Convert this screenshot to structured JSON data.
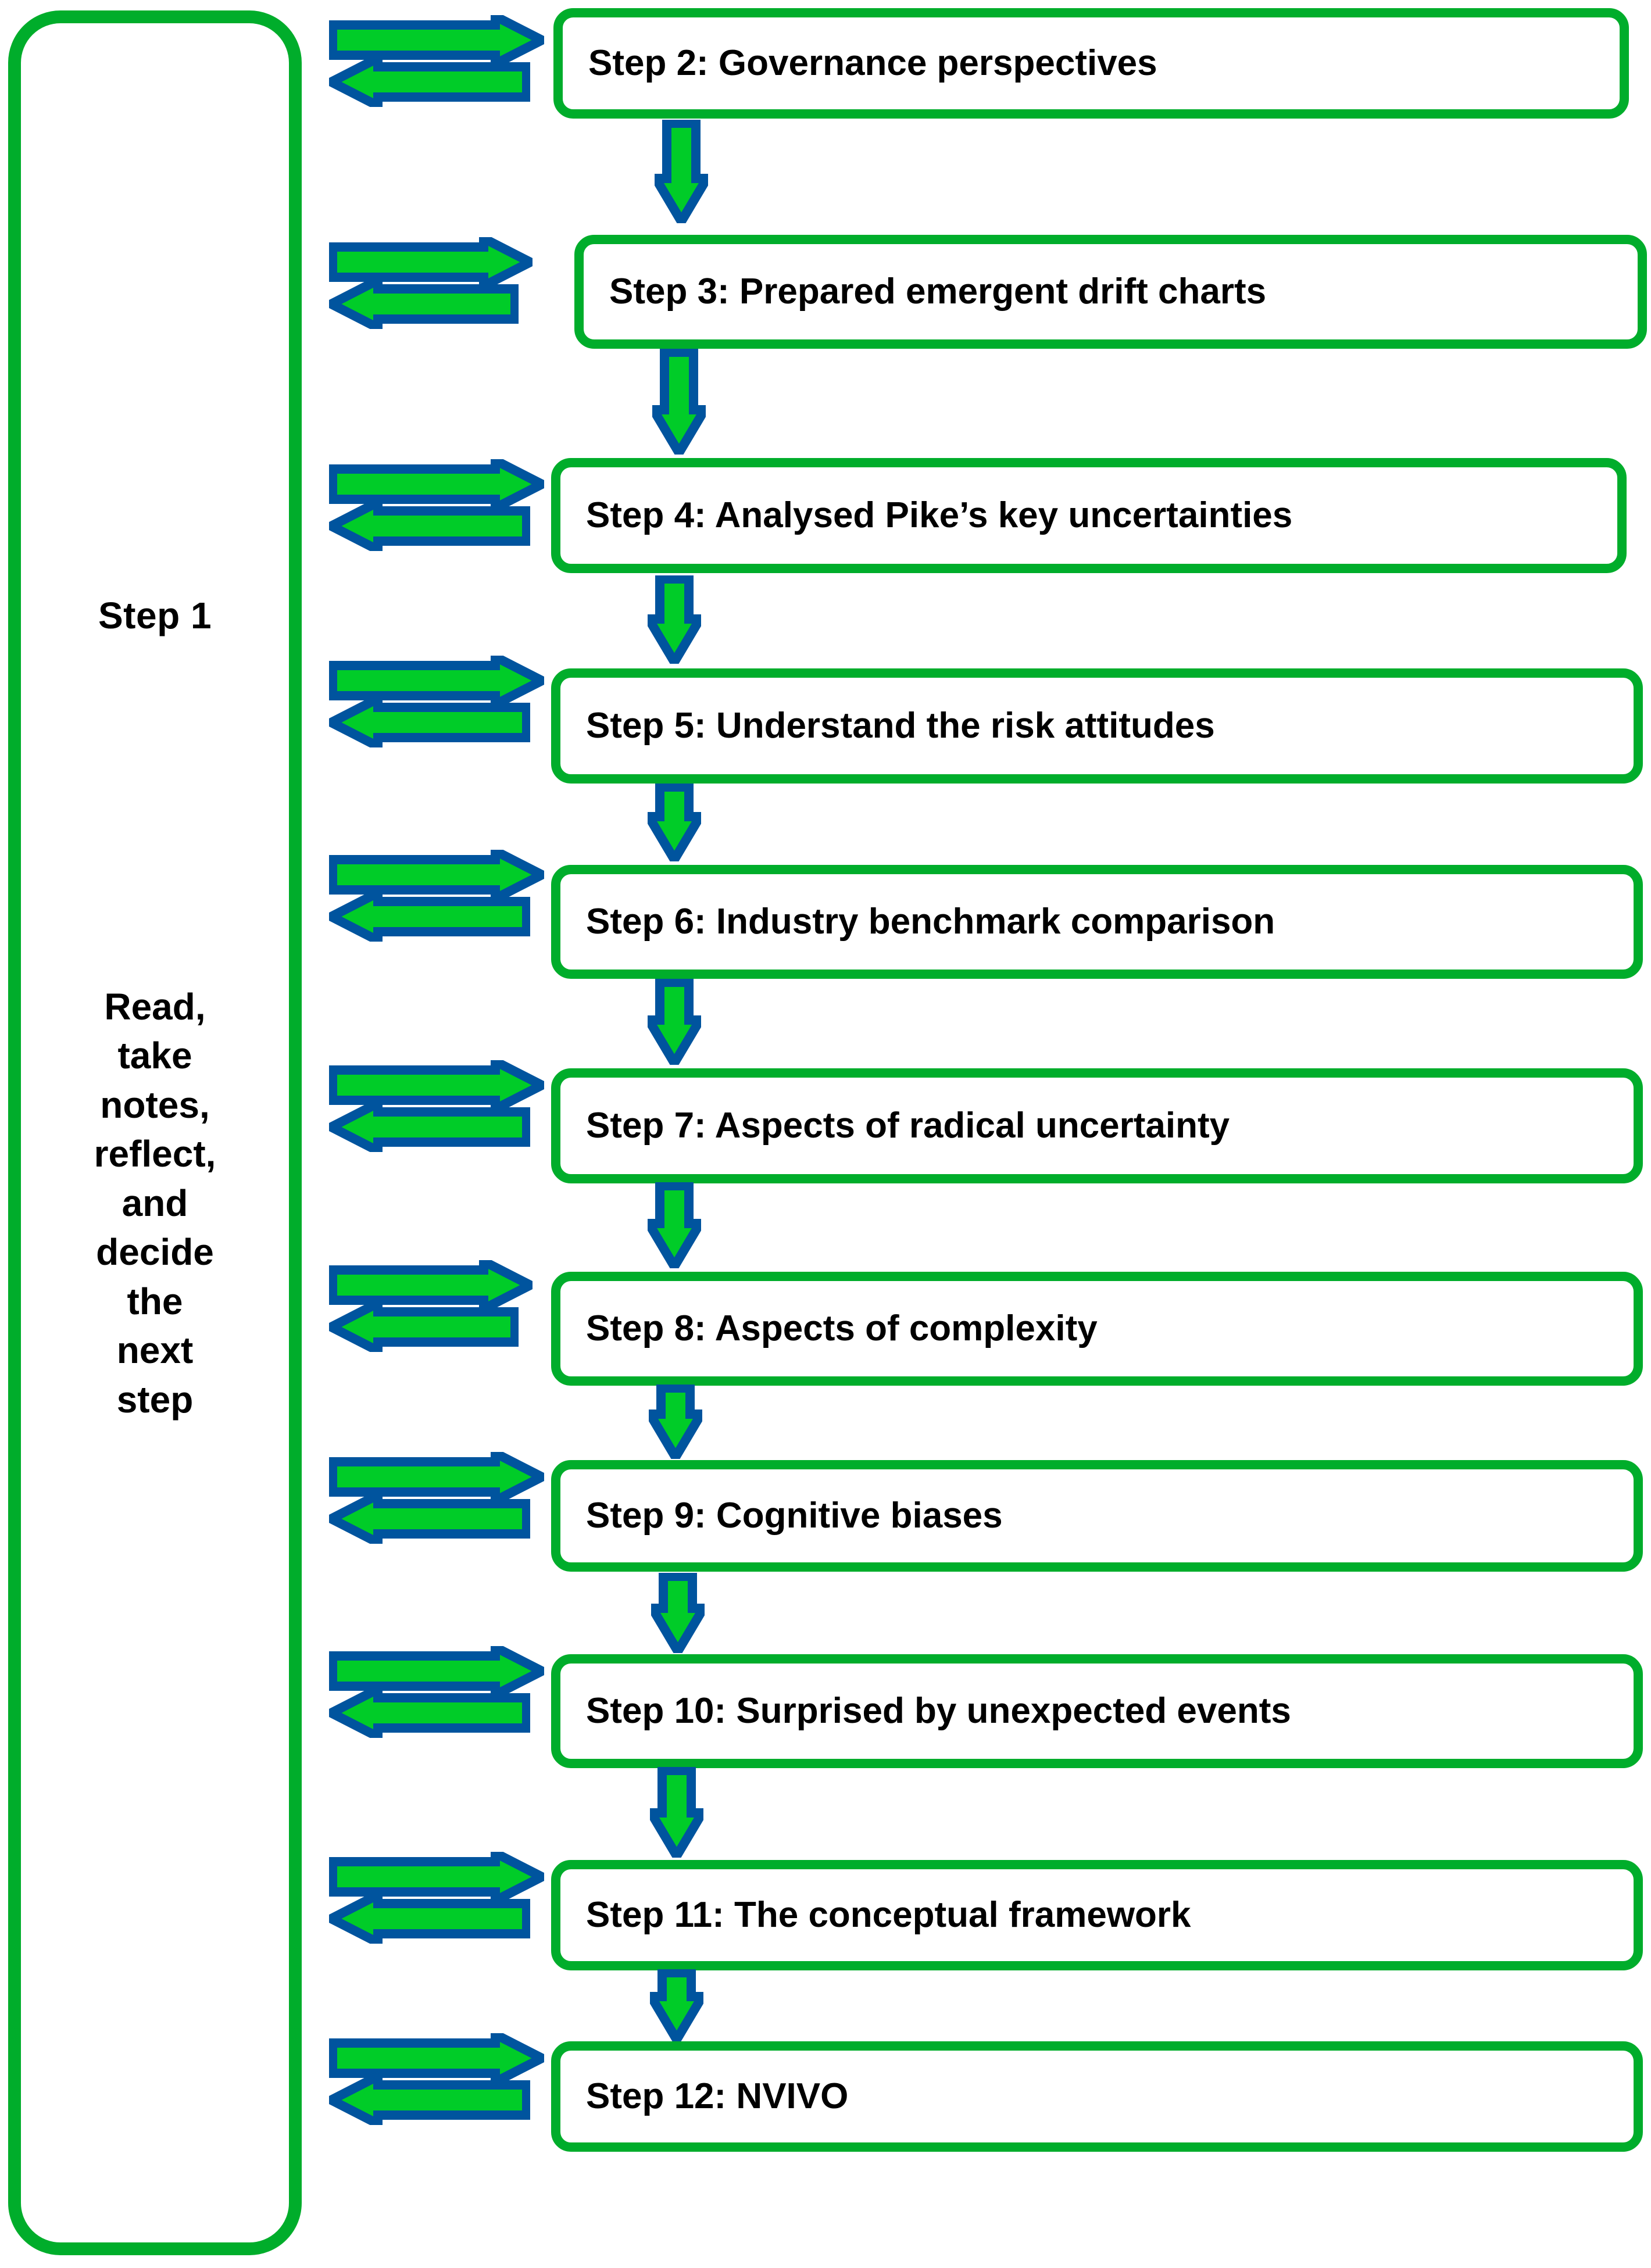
{
  "colors": {
    "box_border_green": "#00AD2B",
    "arrow_fill_green": "#00CC28",
    "arrow_outline_blue": "#00549E",
    "text": "#000000",
    "background": "#FFFFFF"
  },
  "step1": {
    "title": "Step 1",
    "body": "Read,\ntake\nnotes,\nreflect,\nand\ndecide\nthe\nnext\nstep"
  },
  "steps": [
    {
      "id": "step-2",
      "label": "Step 2: Governance perspectives"
    },
    {
      "id": "step-3",
      "label": "Step 3: Prepared emergent drift charts"
    },
    {
      "id": "step-4",
      "label": "Step 4: Analysed Pike’s key uncertainties"
    },
    {
      "id": "step-5",
      "label": "Step 5: Understand the risk attitudes"
    },
    {
      "id": "step-6",
      "label": "Step 6: Industry benchmark comparison"
    },
    {
      "id": "step-7",
      "label": "Step 7: Aspects of radical uncertainty"
    },
    {
      "id": "step-8",
      "label": "Step 8: Aspects of complexity"
    },
    {
      "id": "step-9",
      "label": "Step 9: Cognitive biases"
    },
    {
      "id": "step-10",
      "label": "Step 10: Surprised by unexpected events"
    },
    {
      "id": "step-11",
      "label": "Step 11: The conceptual framework"
    },
    {
      "id": "step-12",
      "label": "Step 12: NVIVO"
    }
  ],
  "connectors": {
    "bidirectional_arrow_name": "bidirectional-arrow-pair",
    "down_arrow_name": "down-arrow",
    "count_bidirectional": 11,
    "count_down": 10
  },
  "diagram": {
    "type": "flowchart",
    "orientation": "vertical",
    "total_steps": 12
  }
}
